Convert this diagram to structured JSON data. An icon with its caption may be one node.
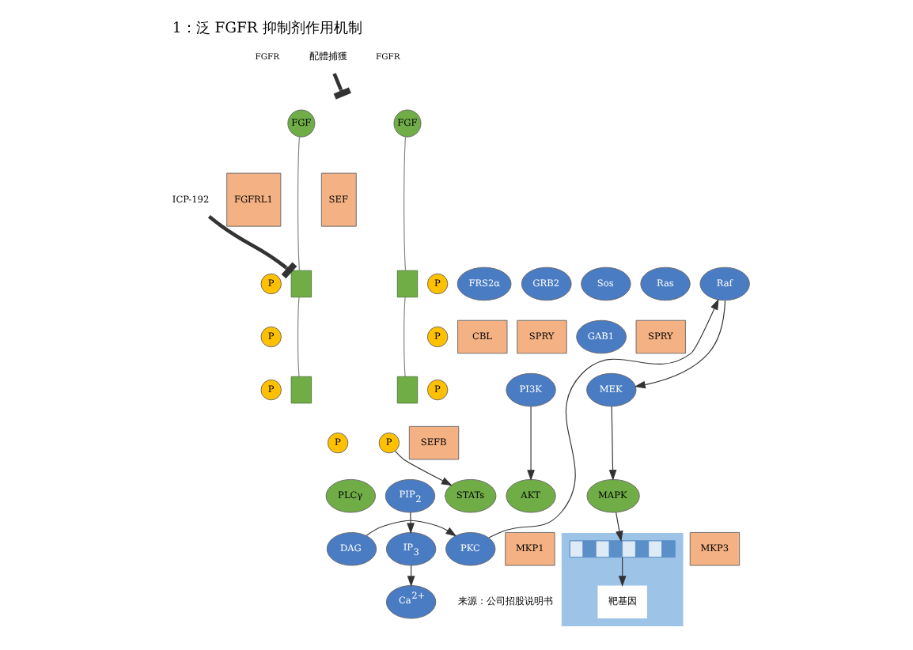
{
  "diagram": {
    "title": "1：泛 FGFR 抑制剂作用机制",
    "caption": "来源：公司招股说明书",
    "nodes": [
      {
        "text": [
          "配體捕獲"
        ]
      },
      {
        "text": [
          "FGF"
        ]
      },
      {
        "text": [
          "FGF"
        ]
      },
      {
        "text": [
          "FGFRL1"
        ]
      },
      {
        "text": [
          "SEF"
        ]
      },
      {
        "text": [
          "ICP-192"
        ]
      },
      {
        "text": [],
        "shape": "box"
      },
      {
        "text": [],
        "shape": "box"
      },
      {
        "text": [],
        "shape": "box"
      },
      {
        "text": [],
        "shape": "box"
      },
      {
        "text": [
          "P"
        ]
      },
      {
        "text": [
          "P"
        ]
      },
      {
        "text": [
          "P"
        ]
      },
      {
        "text": [
          "P"
        ]
      },
      {
        "text": [
          "P"
        ]
      },
      {
        "text": [
          "P"
        ]
      },
      {
        "text": [
          "P"
        ]
      },
      {
        "text": [
          "P"
        ]
      },
      {
        "text": [
          "FRS2α"
        ]
      },
      {
        "text": [
          "CBL"
        ]
      },
      {
        "text": [
          "SPRY"
        ]
      },
      {
        "text": [
          "GRB2"
        ]
      },
      {
        "text": [
          "Sos"
        ]
      },
      {
        "text": [
          "Ras"
        ]
      },
      {
        "text": [
          "Raf"
        ]
      },
      {
        "text": [
          "GAB1"
        ]
      },
      {
        "text": [
          "PI3K"
        ]
      },
      {
        "text": [
          "SPRY"
        ]
      },
      {
        "text": [
          "AKT"
        ]
      },
      {
        "text": [
          "MEK"
        ]
      },
      {
        "text": [
          "SEFB"
        ]
      },
      {
        "text": [
          "MAPK"
        ]
      },
      {
        "text": [
          "MKP1"
        ]
      },
      {
        "text": [
          "MKP3"
        ]
      },
      {
        "text": [
          "PIP$_{2}$"
        ]
      },
      {
        "text": [
          "PLCγ"
        ]
      },
      {
        "text": [
          "STATs"
        ]
      },
      {
        "text": [
          "DAG"
        ]
      },
      {
        "text": [
          "IP$_{3}$"
        ]
      },
      {
        "text": [
          "PKC"
        ]
      },
      {
        "text": [
          "Ca$^{2+}$"
        ]
      },
      {
        "text": [],
        "shape": "box"
      },
      {
        "text": [],
        "shape": "bar",
        "in": 41
      },
      {
        "text": [
          "靶基因"
        ],
        "in": 41
      }
    ],
    "edges": [
      {
        "from": 0,
        "to": null,
        "arrow": "other",
        "style": "thick"
      },
      {
        "from": 5,
        "to": 6,
        "arrow": "other",
        "style": "thick"
      },
      {
        "from": 1,
        "to": 6,
        "arrow": "none",
        "color": "#808080"
      },
      {
        "from": 6,
        "to": 8,
        "arrow": "none",
        "color": "#808080"
      },
      {
        "from": 2,
        "to": 7,
        "arrow": "none",
        "color": "#808080"
      },
      {
        "from": 7,
        "to": 9,
        "arrow": "none",
        "color": "#808080"
      },
      {
        "from": 17,
        "to": 36,
        "arrow": "to"
      },
      {
        "from": 34,
        "to": 38,
        "arrow": "to"
      },
      {
        "from": 37,
        "to": 39,
        "arrow": "to"
      },
      {
        "from": 38,
        "to": 40,
        "arrow": "to"
      },
      {
        "from": 39,
        "to": 24,
        "arrow": "to"
      },
      {
        "from": 26,
        "to": 28,
        "arrow": "to"
      },
      {
        "from": 24,
        "to": 29,
        "arrow": "to"
      },
      {
        "from": 29,
        "to": 31,
        "arrow": "to"
      },
      {
        "from": 31,
        "to": 42,
        "arrow": "to"
      },
      {
        "from": 42,
        "to": 43,
        "arrow": "to"
      }
    ],
    "labels": [
      "FGFR",
      "FGFR"
    ]
  }
}
